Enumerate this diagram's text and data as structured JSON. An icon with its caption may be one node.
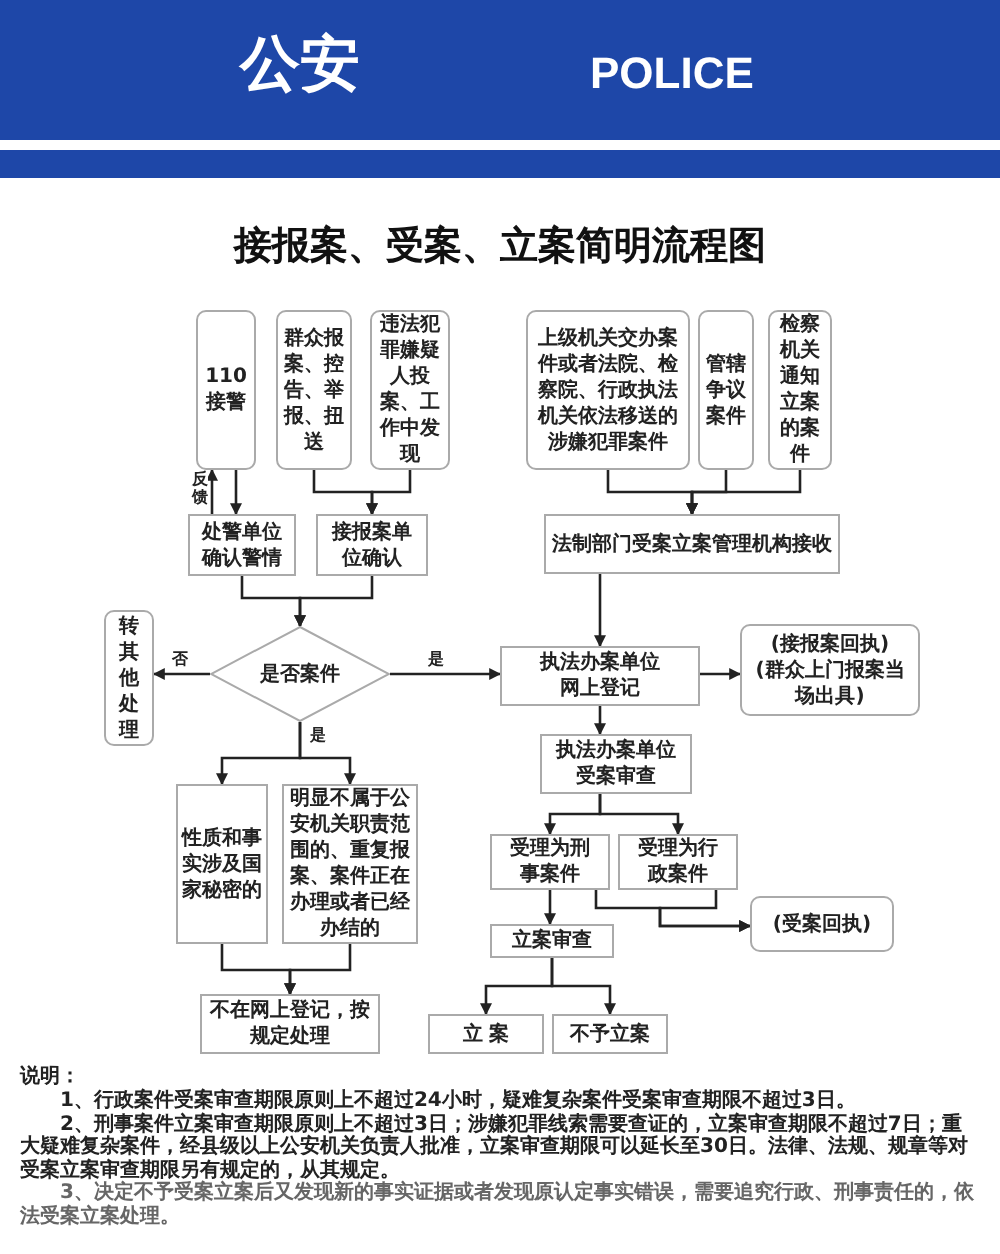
{
  "diagram": {
    "title": "接报案、受案、立案简明流程图",
    "nodes": [
      {
        "text": [
          "110接警"
        ]
      },
      {
        "text": [
          "群众报案、控告、举报、扭送"
        ]
      },
      {
        "text": [
          "违法犯罪嫌疑人投案、工作中发现"
        ]
      },
      {
        "text": [
          "上级机关交办案件或者法院、检察院、行政执法机关依法移送的涉嫌犯罪案件"
        ]
      },
      {
        "text": [
          "管辖争议案件"
        ]
      },
      {
        "text": [
          "检察机关通知立案的案件"
        ]
      },
      {
        "text": [
          "处警单位确认警情"
        ]
      },
      {
        "text": [
          "接报案单位确认"
        ]
      },
      {
        "text": [
          "法制部门受案立案管理机构接收"
        ]
      },
      {
        "text": [
          "是否案件"
        ]
      },
      {
        "text": [
          "转其他处理"
        ]
      },
      {
        "text": [
          "执法办案单位网上登记"
        ]
      },
      {
        "text": [
          "(接报案回执)",
          "(群众上门报案当场出具)"
        ]
      },
      {
        "text": [
          "执法办案单位受案审查"
        ]
      },
      {
        "text": [
          "性质和事实涉及国家秘密的"
        ]
      },
      {
        "text": [
          "明显不属于公安机关职责范围的、重复报案、案件正在办理或者已经办结的"
        ]
      },
      {
        "text": [
          "受理为刑事案件"
        ]
      },
      {
        "text": [
          "受理为行政案件"
        ]
      },
      {
        "text": [
          "(受案回执)"
        ]
      },
      {
        "text": [
          "立案审查"
        ]
      },
      {
        "text": [
          "不在网上登记，按规定处理"
        ]
      },
      {
        "text": [
          "立 案"
        ]
      },
      {
        "text": [
          "不予立案"
        ]
      }
    ],
    "edges": [
      {
        "from": 0,
        "to": 6,
        "arrow": "to"
      },
      {
        "from": 6,
        "to": 0,
        "arrow": "to",
        "label": "反馈"
      },
      {
        "from": 1,
        "to": 7,
        "arrow": "to"
      },
      {
        "from": 2,
        "to": 7,
        "arrow": "to"
      },
      {
        "from": 3,
        "to": 8,
        "arrow": "to"
      },
      {
        "from": 4,
        "to": 8,
        "arrow": "to"
      },
      {
        "from": 5,
        "to": 8,
        "arrow": "to"
      },
      {
        "from": 6,
        "to": 9,
        "arrow": "to"
      },
      {
        "from": 7,
        "to": 9,
        "arrow": "to"
      },
      {
        "from": 8,
        "to": 11,
        "arrow": "to"
      },
      {
        "from": 9,
        "to": 10,
        "arrow": "to",
        "label": "否"
      },
      {
        "from": 9,
        "to": 11,
        "arrow": "to",
        "label": "是"
      },
      {
        "from": 9,
        "to": 14,
        "arrow": "to",
        "label": "是"
      },
      {
        "from": 9,
        "to": 15,
        "arrow": "to"
      },
      {
        "from": 11,
        "to": 12,
        "arrow": "to"
      },
      {
        "from": 11,
        "to": 13,
        "arrow": "to"
      },
      {
        "from": 13,
        "to": 16,
        "arrow": "to"
      },
      {
        "from": 13,
        "to": 17,
        "arrow": "to"
      },
      {
        "from": 16,
        "to": 18,
        "arrow": "to"
      },
      {
        "from": 17,
        "to": 18,
        "arrow": "to"
      },
      {
        "from": 16,
        "to": 19,
        "arrow": "to"
      },
      {
        "from": 19,
        "to": 21,
        "arrow": "to"
      },
      {
        "from": 19,
        "to": 22,
        "arrow": "to"
      },
      {
        "from": 14,
        "to": 20,
        "arrow": "to"
      },
      {
        "from": 15,
        "to": 20,
        "arrow": "to"
      }
    ],
    "labels": [
      "公安",
      "POLICE",
      "说明：",
      "1、行政案件受案审查期限原则上不超过24小时，疑难复杂案件受案审查期限不超过3日。",
      "2、刑事案件立案审查期限原则上不超过3日；涉嫌犯罪线索需要查证的，立案审查期限不超过7日；重大疑难复杂案件，经县级以上公安机关负责人批准，立案审查期限可以延长至30日。法律、法规、规章等对受案立案审查期限另有规定的，从其规定。",
      "3、决定不予受案立案后又发现新的事实证据或者发现原认定事实错误，需要追究行政、刑事责任的，依法受案立案处理。"
    ]
  }
}
